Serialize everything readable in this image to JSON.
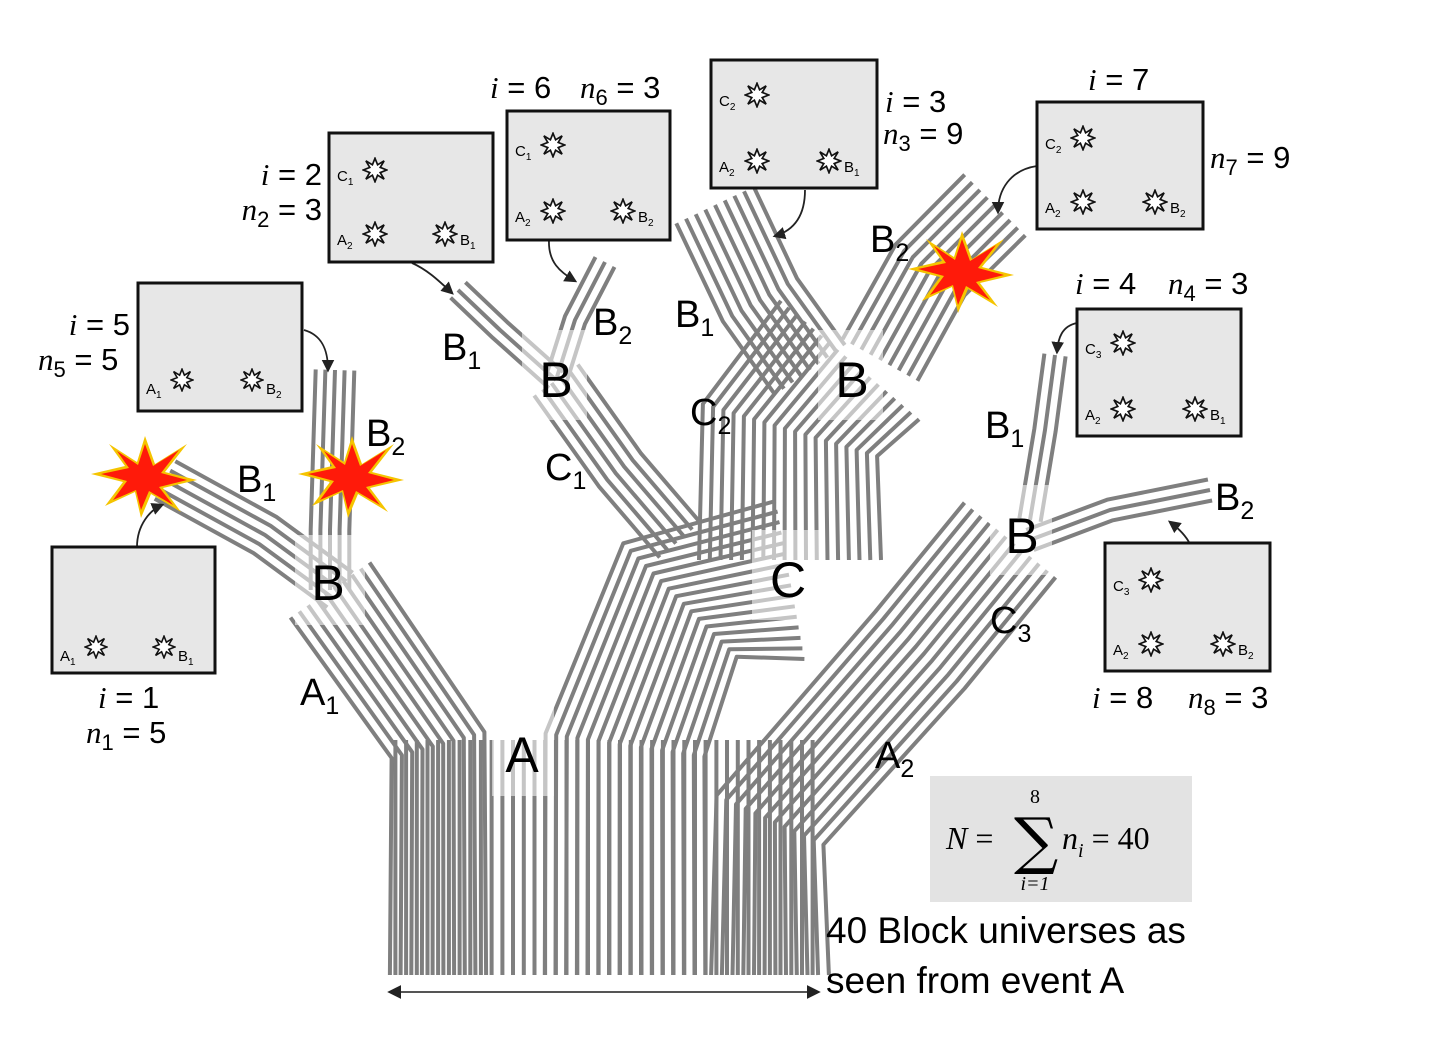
{
  "nodes": {
    "a_root": "A",
    "b_left": "B",
    "b_mid": "B",
    "b_right_top": "B",
    "c_center": "C",
    "b_right": "B"
  },
  "branch_labels": [
    {
      "id": "a1",
      "main": "A",
      "sub": "1"
    },
    {
      "id": "a2",
      "main": "A",
      "sub": "2"
    },
    {
      "id": "b1_left",
      "main": "B",
      "sub": "1"
    },
    {
      "id": "b2_left",
      "main": "B",
      "sub": "2"
    },
    {
      "id": "c1",
      "main": "C",
      "sub": "1"
    },
    {
      "id": "b1_mid",
      "main": "B",
      "sub": "1"
    },
    {
      "id": "b2_mid",
      "main": "B",
      "sub": "2"
    },
    {
      "id": "c2",
      "main": "C",
      "sub": "2"
    },
    {
      "id": "b1_top",
      "main": "B",
      "sub": "1"
    },
    {
      "id": "b2_top",
      "main": "B",
      "sub": "2"
    },
    {
      "id": "b1_right",
      "main": "B",
      "sub": "1"
    },
    {
      "id": "b2_right",
      "main": "B",
      "sub": "2"
    },
    {
      "id": "c3",
      "main": "C",
      "sub": "3"
    }
  ],
  "boxes": [
    {
      "id": "box1",
      "i": "1",
      "n": "5",
      "events": [
        {
          "main": "A",
          "sub": "1"
        },
        {
          "main": "B",
          "sub": "1"
        }
      ]
    },
    {
      "id": "box5",
      "i": "5",
      "n": "5",
      "events": [
        {
          "main": "A",
          "sub": "1"
        },
        {
          "main": "B",
          "sub": "2"
        }
      ]
    },
    {
      "id": "box2",
      "i": "2",
      "n": "3",
      "events": [
        {
          "main": "C",
          "sub": "1"
        },
        {
          "main": "A",
          "sub": "2"
        },
        {
          "main": "B",
          "sub": "1"
        }
      ]
    },
    {
      "id": "box6",
      "i": "6",
      "n": "3",
      "events": [
        {
          "main": "C",
          "sub": "1"
        },
        {
          "main": "A",
          "sub": "2"
        },
        {
          "main": "B",
          "sub": "2"
        }
      ]
    },
    {
      "id": "box3",
      "i": "3",
      "n": "9",
      "events": [
        {
          "main": "C",
          "sub": "2"
        },
        {
          "main": "A",
          "sub": "2"
        },
        {
          "main": "B",
          "sub": "1"
        }
      ]
    },
    {
      "id": "box7",
      "i": "7",
      "n": "9",
      "events": [
        {
          "main": "C",
          "sub": "2"
        },
        {
          "main": "A",
          "sub": "2"
        },
        {
          "main": "B",
          "sub": "2"
        }
      ]
    },
    {
      "id": "box4",
      "i": "4",
      "n": "3",
      "events": [
        {
          "main": "C",
          "sub": "3"
        },
        {
          "main": "A",
          "sub": "2"
        },
        {
          "main": "B",
          "sub": "1"
        }
      ]
    },
    {
      "id": "box8",
      "i": "8",
      "n": "3",
      "events": [
        {
          "main": "C",
          "sub": "3"
        },
        {
          "main": "A",
          "sub": "2"
        },
        {
          "main": "B",
          "sub": "2"
        }
      ]
    }
  ],
  "formula": {
    "lhs": "N",
    "upper": "8",
    "lower": "i=1",
    "term": "n",
    "term_sub": "i",
    "rhs": "40"
  },
  "caption": {
    "line1": "40 Block universes as",
    "line2": "seen from event A"
  },
  "colors": {
    "strand": "#7f7f7f",
    "box_fill": "#e7e7e7",
    "formula_bg": "#e3e3e3",
    "explosion": "#ff1a0a",
    "explosion_glow": "#f5c400"
  }
}
